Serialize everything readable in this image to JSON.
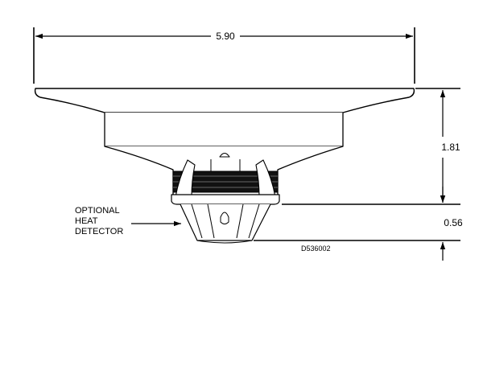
{
  "drawing": {
    "dimension_width": "5.90",
    "dimension_height_total": "1.81",
    "dimension_height_detector": "0.56",
    "note_lines": [
      "OPTIONAL",
      "HEAT",
      "DETECTOR"
    ],
    "drawing_code": "D536002",
    "line_color": "#000000",
    "fill_dark": "#111111",
    "background": "#ffffff"
  }
}
